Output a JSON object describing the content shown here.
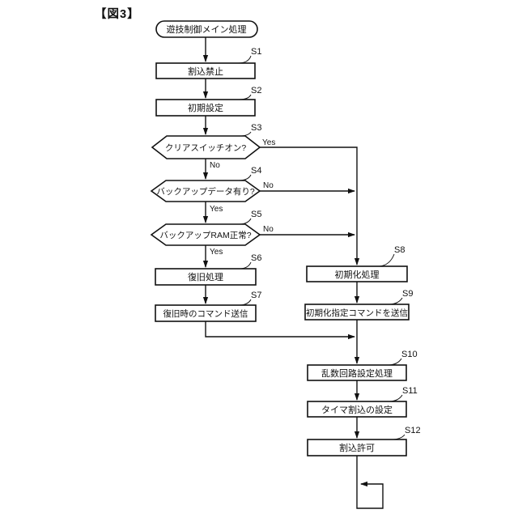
{
  "figure": {
    "title": "【図3】"
  },
  "flowchart": {
    "start": {
      "label": "遊技制御メイン処理"
    },
    "steps": {
      "s1": {
        "id": "S1",
        "label": "割込禁止",
        "type": "process"
      },
      "s2": {
        "id": "S2",
        "label": "初期設定",
        "type": "process"
      },
      "s3": {
        "id": "S3",
        "label": "クリアスイッチオン?",
        "type": "decision"
      },
      "s4": {
        "id": "S4",
        "label": "バックアップデータ有り?",
        "type": "decision"
      },
      "s5": {
        "id": "S5",
        "label": "バックアップRAM正常?",
        "type": "decision"
      },
      "s6": {
        "id": "S6",
        "label": "復旧処理",
        "type": "process"
      },
      "s7": {
        "id": "S7",
        "label": "復旧時のコマンド送信",
        "type": "process"
      },
      "s8": {
        "id": "S8",
        "label": "初期化処理",
        "type": "process"
      },
      "s9": {
        "id": "S9",
        "label": "初期化指定コマンドを送信",
        "type": "process"
      },
      "s10": {
        "id": "S10",
        "label": "乱数回路設定処理",
        "type": "process"
      },
      "s11": {
        "id": "S11",
        "label": "タイマ割込の設定",
        "type": "process"
      },
      "s12": {
        "id": "S12",
        "label": "割込許可",
        "type": "process"
      }
    },
    "branches": {
      "s3": {
        "yes": "Yes",
        "no": "No"
      },
      "s4": {
        "yes": "Yes",
        "no": "No"
      },
      "s5": {
        "yes": "Yes",
        "no": "No"
      }
    },
    "colors": {
      "line": "#000000",
      "background": "#ffffff"
    }
  }
}
